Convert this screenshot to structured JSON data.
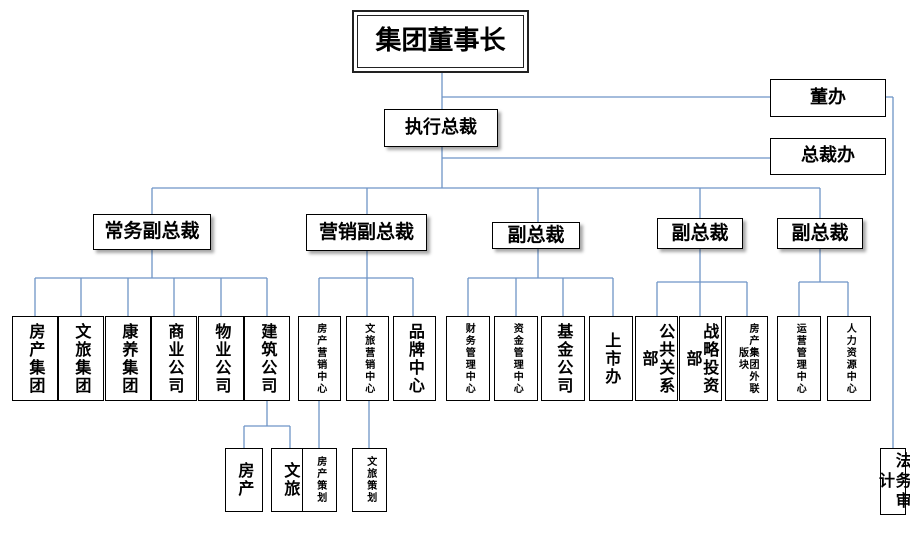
{
  "chairman": "集团董事长",
  "ceo": "执行总裁",
  "board_office": "董办",
  "president_office": "总裁办",
  "legal_audit": "法务审计",
  "vps": {
    "executive_vp": "常务副总裁",
    "marketing_vp": "营销副总裁",
    "vp_finance": "副总裁",
    "vp_strategy": "副总裁",
    "vp_operations": "副总裁"
  },
  "executive_units": [
    "房产集团",
    "文旅集团",
    "康养集团",
    "商业公司",
    "物业公司",
    "建筑公司"
  ],
  "construction_units": [
    "房产",
    "文旅"
  ],
  "marketing_units": [
    "房产营销中心",
    "文旅营销中心",
    "品牌中心"
  ],
  "marketing_planning": [
    "房产策划",
    "文旅策划"
  ],
  "finance_units": [
    "财务管理中心",
    "资金管理中心",
    "基金公司",
    "上市办"
  ],
  "strategy_units": [
    "公共关系部",
    "战略投资部",
    "房产集团外联版块"
  ],
  "operations_units": [
    "运营管理中心",
    "人力资源中心"
  ]
}
